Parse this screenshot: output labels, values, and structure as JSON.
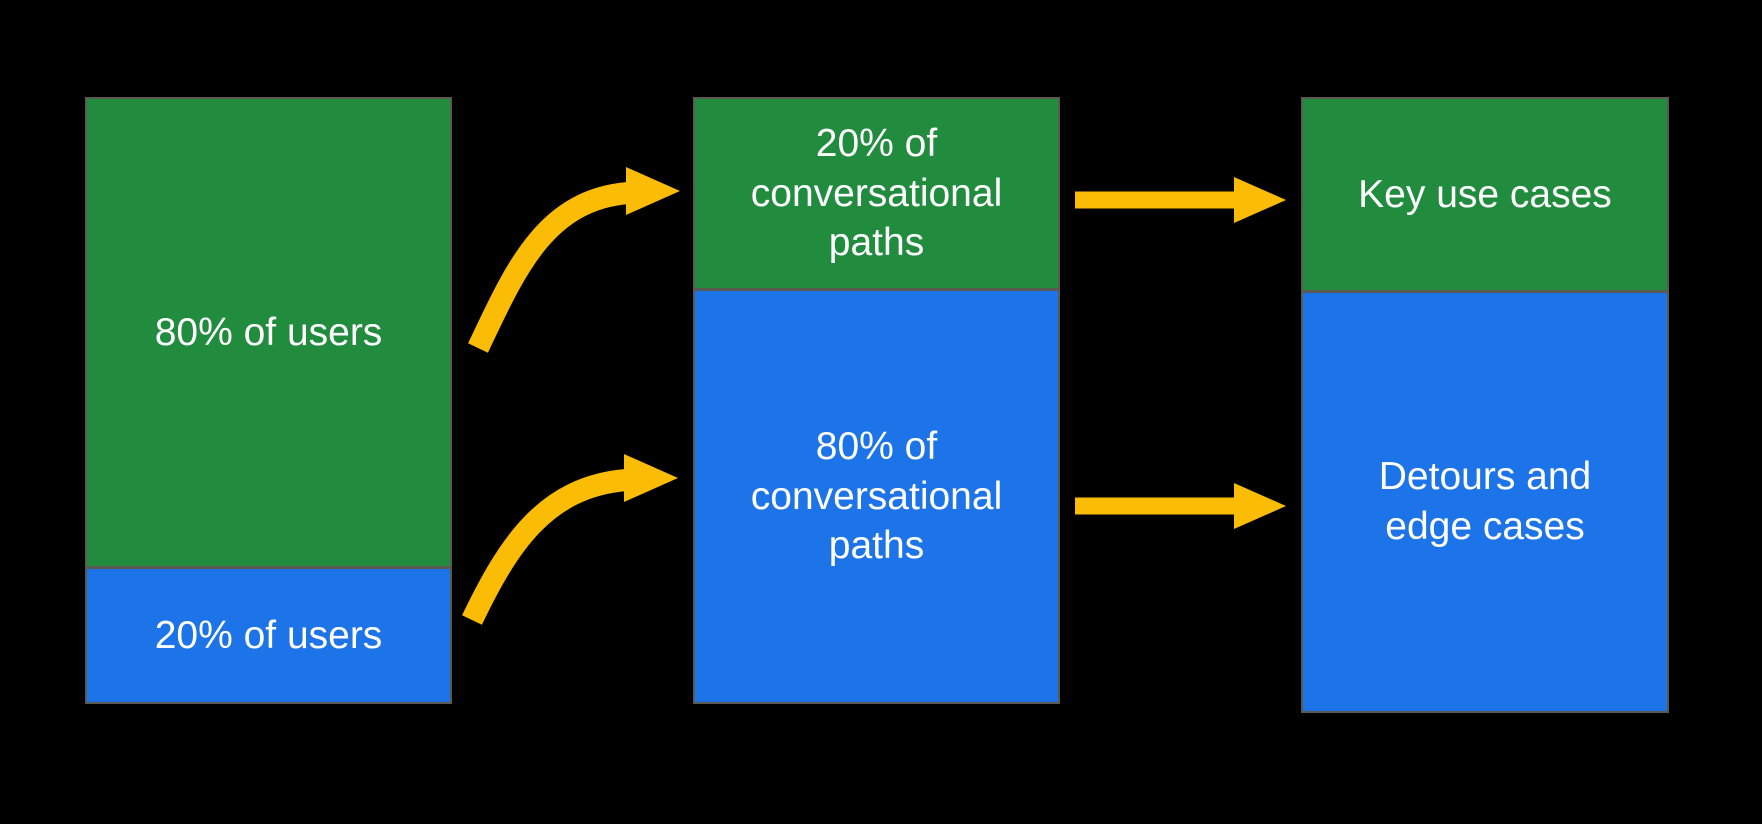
{
  "diagram": {
    "title": "Users to conversational paths to use cases flow",
    "columns": [
      {
        "id": "users",
        "segments": [
          {
            "label": "80% of users",
            "color_key": "green"
          },
          {
            "label": "20% of users",
            "color_key": "blue"
          }
        ]
      },
      {
        "id": "conversational-paths",
        "segments": [
          {
            "label": "20% of conversational paths",
            "color_key": "green"
          },
          {
            "label": "80% of conversational paths",
            "color_key": "blue"
          }
        ]
      },
      {
        "id": "outcomes",
        "segments": [
          {
            "label": "Key use cases",
            "color_key": "green"
          },
          {
            "label": "Detours and edge cases",
            "color_key": "blue"
          }
        ]
      }
    ],
    "arrows": [
      {
        "id": "users-80-to-paths-20",
        "from": "80% of users",
        "to": "20% of conversational paths",
        "shape": "curved"
      },
      {
        "id": "users-20-to-paths-80",
        "from": "20% of users",
        "to": "80% of conversational paths",
        "shape": "curved"
      },
      {
        "id": "paths-20-to-key-use-cases",
        "from": "20% of conversational paths",
        "to": "Key use cases",
        "shape": "straight"
      },
      {
        "id": "paths-80-to-detours",
        "from": "80% of conversational paths",
        "to": "Detours and edge cases",
        "shape": "straight"
      }
    ],
    "colors": {
      "background": "#000000",
      "green": "#218C3E",
      "blue": "#1D73E8",
      "arrow": "#FBBC05",
      "border": "#5A5A52",
      "text": "#FFFFFF"
    }
  }
}
